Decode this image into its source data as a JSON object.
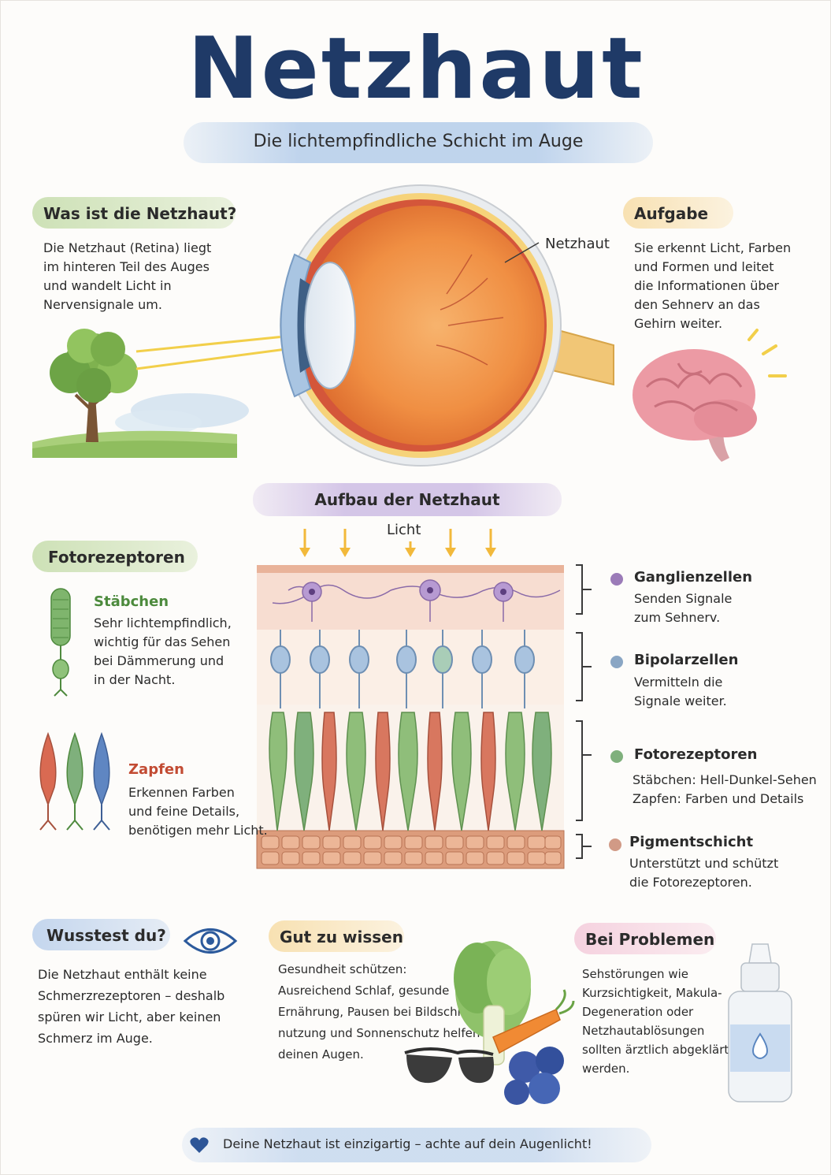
{
  "title": "Netzhaut",
  "subtitle": "Die lichtempfindliche Schicht im Auge",
  "intro": {
    "heading": "Was ist die Netzhaut?",
    "lines": [
      "Die Netzhaut (Retina) liegt",
      "im hinteren Teil des Auges",
      "und wandelt Licht in",
      "Nervensignale um."
    ]
  },
  "eye": {
    "retina_label": "Netzhaut"
  },
  "task": {
    "heading": "Aufgabe",
    "lines": [
      "Sie erkennt Licht, Farben",
      "und Formen und leitet",
      "die Informationen über",
      "den Sehnerv an das",
      "Gehirn weiter."
    ]
  },
  "structure": {
    "heading": "Aufbau der Netzhaut",
    "light_label": "Licht"
  },
  "photoreceptors": {
    "heading": "Fotorezeptoren",
    "rods": {
      "name": "Stäbchen",
      "lines": [
        "Sehr lichtempfindlich,",
        "wichtig für das Sehen",
        "bei Dämmerung und",
        "in der Nacht."
      ]
    },
    "cones": {
      "name": "Zapfen",
      "lines": [
        "Erkennen Farben",
        "und feine Details,",
        "benötigen mehr Licht."
      ]
    }
  },
  "layers": [
    {
      "name": "Ganglienzellen",
      "lines": [
        "Senden Signale",
        "zum Sehnerv."
      ],
      "color": "#9b7bb8"
    },
    {
      "name": "Bipolarzellen",
      "lines": [
        "Vermitteln die",
        "Signale weiter."
      ],
      "color": "#8aa6c4"
    },
    {
      "name": "Fotorezeptoren",
      "lines": [
        "Stäbchen: Hell-Dunkel-Sehen",
        "Zapfen: Farben und Details"
      ],
      "color": "#7fb07c"
    },
    {
      "name": "Pigmentschicht",
      "lines": [
        "Unterstützt und schützt",
        "die Fotorezeptoren."
      ],
      "color": "#d19a86"
    }
  ],
  "fact": {
    "heading": "Wusstest du?",
    "lines": [
      "Die Netzhaut enthält keine",
      "Schmerzrezeptoren – deshalb",
      "spüren wir Licht, aber keinen",
      "Schmerz im Auge."
    ]
  },
  "tips": {
    "heading": "Gut zu wissen",
    "lines": [
      "Gesundheit schützen:",
      "Ausreichend Schlaf, gesunde",
      "Ernährung, Pausen bei Bildschirm-",
      "nutzung und Sonnenschutz helfen",
      "deinen Augen."
    ]
  },
  "problems": {
    "heading": "Bei Problemen",
    "lines": [
      "Sehstörungen wie",
      "Kurzsichtigkeit, Makula-",
      "Degeneration oder",
      "Netzhautablösungen",
      "sollten ärztlich abgeklärt",
      "werden."
    ]
  },
  "footer": "Deine Netzhaut ist einzigartig – achte auf dein Augenlicht!",
  "colors": {
    "title": "#1f3a67",
    "rod_green": "#6aa35b",
    "cone_red": "#c9553d",
    "cone_blue": "#4f79b8"
  }
}
